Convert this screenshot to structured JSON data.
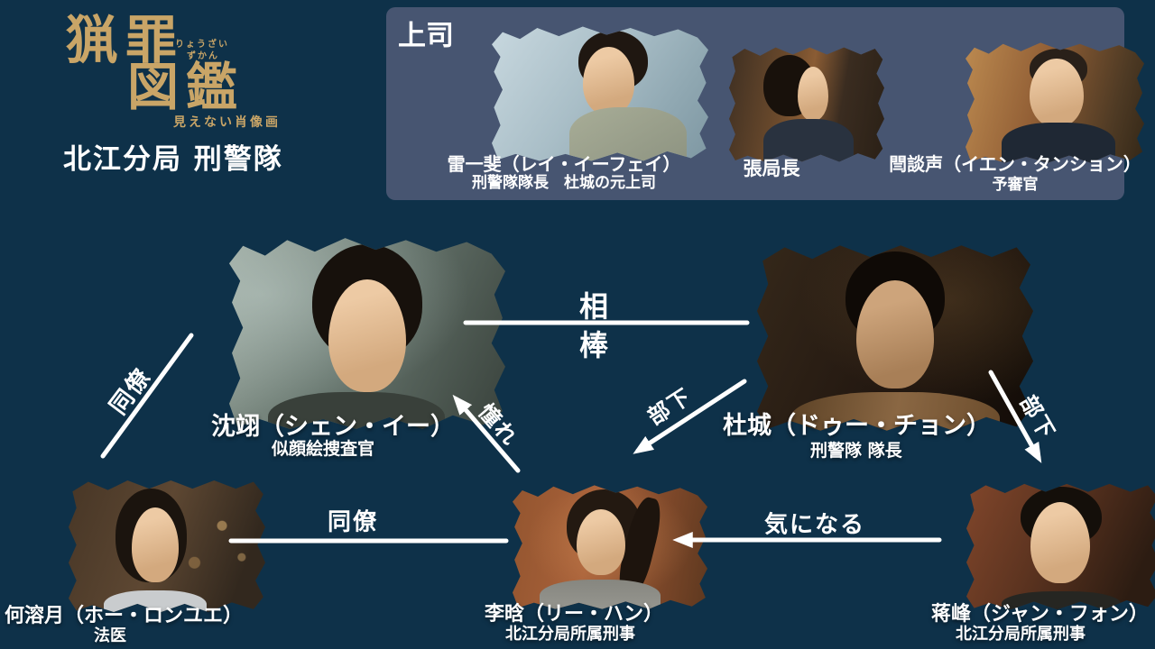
{
  "app": {
    "bg_color": "#0e3149",
    "panel_color": "#475571",
    "gold": "#c9a567",
    "text_color": "#ffffff"
  },
  "logo": {
    "title_line1": "猟罪",
    "title_line2": "図鑑",
    "furigana_line1": "りょうざい",
    "furigana_line2": "ずかん",
    "subtitle": "見えない肖像画"
  },
  "heading": "北江分局 刑警隊",
  "superiors_panel": {
    "label": "上司",
    "members": [
      {
        "name": "雷一斐（レイ・イーフェイ）",
        "role": "刑警隊隊長　杜城の元上司"
      },
      {
        "name": "張局長",
        "role": ""
      },
      {
        "name": "閆談声（イエン・タンション）",
        "role": "予審官"
      }
    ]
  },
  "characters": {
    "shen_yi": {
      "name": "沈翊（シェン・イー）",
      "role": "似顔絵捜査官"
    },
    "du_cheng": {
      "name": "杜城（ドゥー・チョン）",
      "role": "刑警隊 隊長"
    },
    "he_rongyue": {
      "name": "何溶月（ホー・ロンユエ）",
      "role": "法医"
    },
    "li_han": {
      "name": "李晗（リー・ハン）",
      "role": "北江分局所属刑事"
    },
    "jiang_feng": {
      "name": "蒋峰（ジャン・フォン）",
      "role": "北江分局所属刑事"
    }
  },
  "relationships": {
    "partner_char1": "相",
    "partner_char2": "棒",
    "colleague_left": "同僚",
    "admiration": "憧れ",
    "subordinate_left": "部下",
    "subordinate_right": "部下",
    "colleague_bottom": "同僚",
    "interested": "気になる"
  }
}
